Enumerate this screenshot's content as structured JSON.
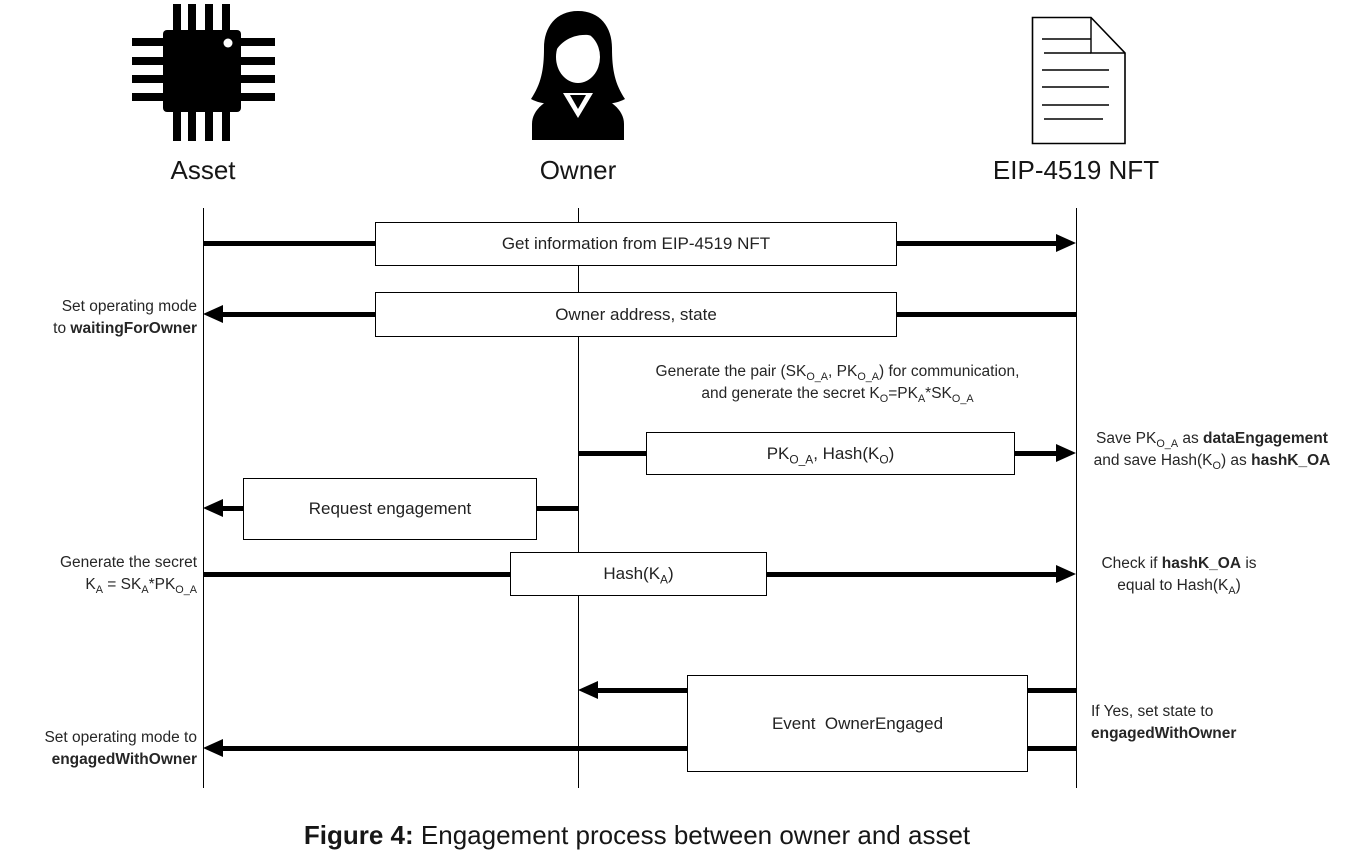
{
  "figure": {
    "caption_label": "Figure 4:",
    "caption_text": "Engagement process between owner and asset"
  },
  "actors": {
    "asset": {
      "label": "Asset",
      "icon": "chip-icon"
    },
    "owner": {
      "label": "Owner",
      "icon": "person-icon"
    },
    "nft": {
      "label": "EIP-4519 NFT",
      "icon": "document-icon"
    }
  },
  "messages": {
    "get_info": {
      "label": "Get information from EIP-4519 NFT",
      "from": "asset",
      "to": "nft"
    },
    "owner_address": {
      "label": "Owner address, state",
      "from": "nft",
      "to": "asset"
    },
    "pk_hash": {
      "label": "PK[sub]O_A[/sub], Hash(K[sub]O[/sub])",
      "from": "owner",
      "to": "nft"
    },
    "request_engagement": {
      "label": "Request engagement",
      "from": "owner",
      "to": "asset"
    },
    "hash_ka": {
      "label": "Hash(K[sub]A[/sub])",
      "from": "asset",
      "to": "nft"
    },
    "event_owner_engaged": {
      "label": "Event  OwnerEngaged",
      "from": "nft",
      "to": "owner and asset"
    }
  },
  "notes": {
    "owner_generate": {
      "line1": "Generate the pair (SK[sub]O_A[/sub], PK[sub]O_A[/sub]) for communication,",
      "line2": "and generate the secret K[sub]O[/sub]=PK[sub]A[/sub]*SK[sub]O_A[/sub]"
    },
    "asset_waiting": {
      "line1": "Set operating mode",
      "line2": "to [b]waitingForOwner[/b]"
    },
    "nft_save": {
      "line1": "Save PK[sub]O_A[/sub] as [b]dataEngagement[/b]",
      "line2": "and save Hash(K[sub]O[/sub]) as [b]hashK_OA[/b]"
    },
    "asset_secret": {
      "line1": "Generate the secret",
      "line2": "K[sub]A[/sub] = SK[sub]A[/sub]*PK[sub]O_A[/sub]"
    },
    "nft_check": {
      "line1": "Check if [b]hashK_OA[/b] is",
      "line2": "equal to Hash(K[sub]A[/sub])"
    },
    "nft_engaged": {
      "line1": "If Yes, set state to",
      "line2": "[b]engagedWithOwner[/b]"
    },
    "asset_engaged": {
      "line1": "Set operating mode to",
      "line2": "[b]engagedWithOwner[/b]"
    }
  },
  "colors": {
    "ink": "#000000",
    "text": "#222222",
    "background": "#ffffff"
  }
}
